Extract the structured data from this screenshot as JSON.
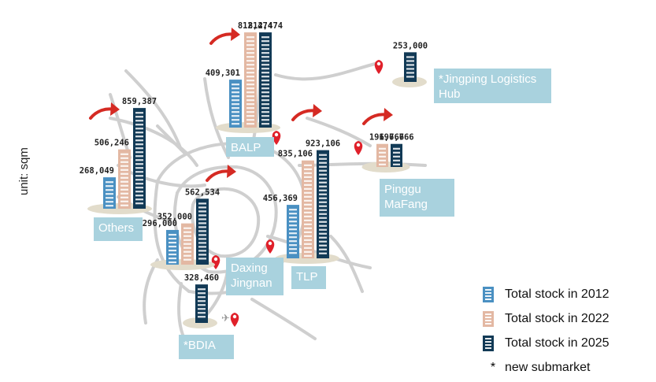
{
  "chart_data": {
    "type": "bar",
    "unit_label": "unit: sqm",
    "series": [
      {
        "name": "Total stock in 2012",
        "color": "#4a90c2"
      },
      {
        "name": "Total stock in 2022",
        "color": "#e3b8a3"
      },
      {
        "name": "Total stock in 2025",
        "color": "#123a56"
      }
    ],
    "categories": [
      "Others",
      "BALP",
      "*Jingping Logistics Hub",
      "Daxing Jingnan",
      "TLP",
      "Pinggu MaFang",
      "*BDIA"
    ],
    "submarkets": [
      {
        "name": "Others",
        "values": [
          268049,
          506246,
          859387
        ],
        "labels": [
          "268,049",
          "506,246",
          "859,387"
        ]
      },
      {
        "name": "BALP",
        "values": [
          409301,
          812474,
          812474
        ],
        "labels": [
          "409,301",
          "812,474",
          "812,474"
        ]
      },
      {
        "name": "*Jingping Logistics Hub",
        "values": [
          null,
          null,
          253000
        ],
        "labels": [
          "",
          "",
          "253,000"
        ]
      },
      {
        "name": "Daxing Jingnan",
        "values": [
          296000,
          352000,
          562534
        ],
        "labels": [
          "296,000",
          "352,000",
          "562,534"
        ]
      },
      {
        "name": "TLP",
        "values": [
          456369,
          835106,
          923106
        ],
        "labels": [
          "456,369",
          "835,106",
          "923,106"
        ]
      },
      {
        "name": "Pinggu MaFang",
        "values": [
          null,
          196766,
          196766
        ],
        "labels": [
          "",
          "196,766",
          "196,766"
        ]
      },
      {
        "name": "*BDIA",
        "values": [
          null,
          null,
          328460
        ],
        "labels": [
          "",
          "",
          "328,460"
        ]
      }
    ],
    "legend": {
      "items": [
        "Total stock in 2012",
        "Total stock in 2022",
        "Total stock in 2025"
      ],
      "note": "new submarket",
      "note_symbol": "*",
      "placement": "bottom-right"
    },
    "colors": {
      "label_box": "#a9d2de",
      "label_text": "#ffffff",
      "road": "#cfcfcf",
      "arrow": "#d52a23",
      "pin": "#e0202a"
    }
  }
}
